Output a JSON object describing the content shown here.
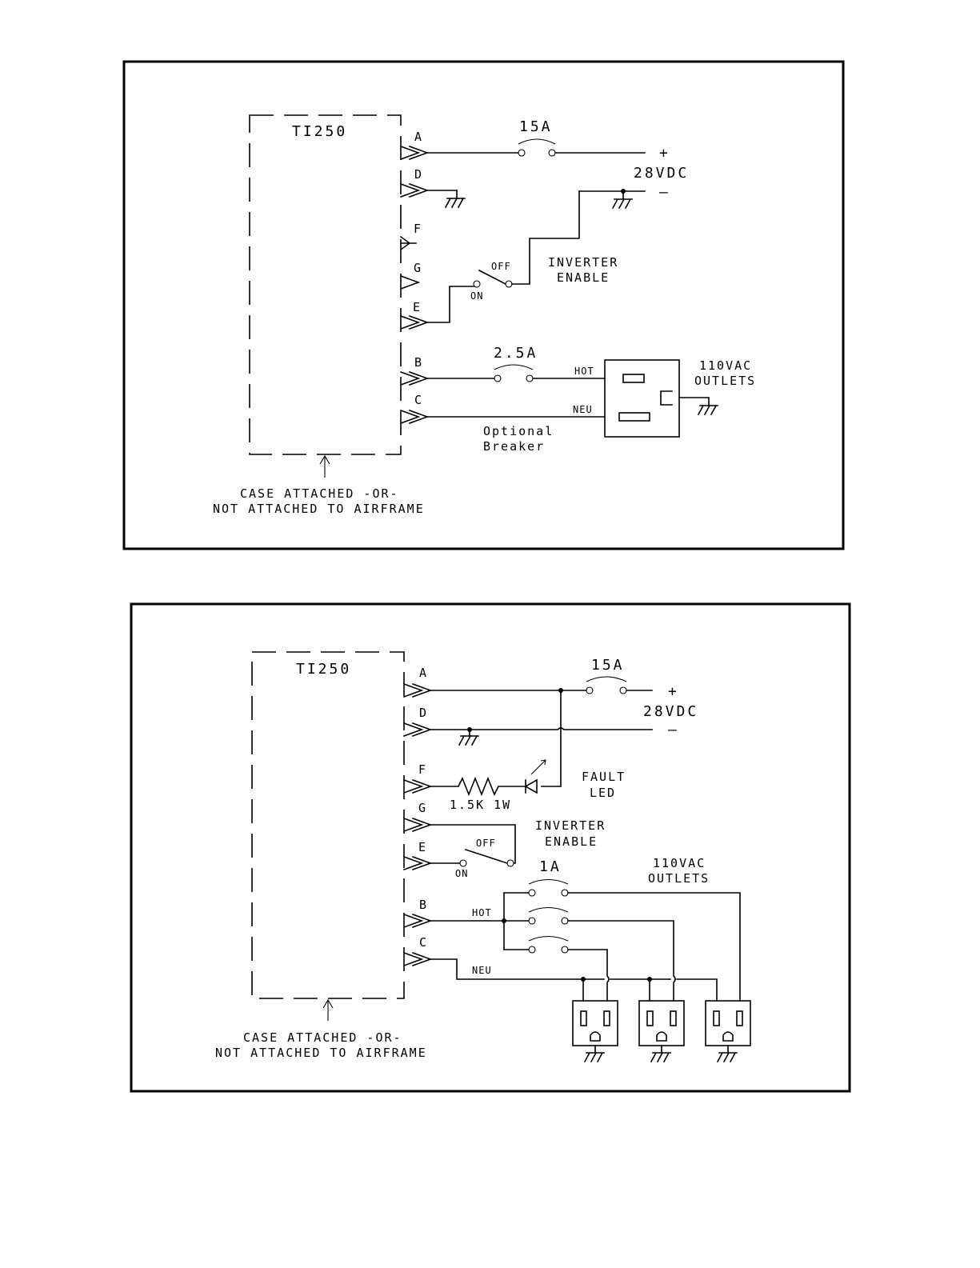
{
  "diagram_top": {
    "unit_label": "TI250",
    "pins": [
      "A",
      "D",
      "F",
      "G",
      "E",
      "B",
      "C"
    ],
    "breaker_main": "15A",
    "supply_plus": "+",
    "supply_label": "28VDC",
    "supply_minus": "–",
    "switch_off": "OFF",
    "switch_on": "ON",
    "inverter_line1": "INVERTER",
    "inverter_line2": "ENABLE",
    "breaker_outlet": "2.5A",
    "hot_label": "HOT",
    "neu_label": "NEU",
    "outlets_line1": "110VAC",
    "outlets_line2": "OUTLETS",
    "optional_line1": "Optional",
    "optional_line2": "Breaker",
    "case_line1": "CASE ATTACHED -OR-",
    "case_line2": "NOT ATTACHED TO AIRFRAME"
  },
  "diagram_bottom": {
    "unit_label": "TI250",
    "pins": [
      "A",
      "D",
      "F",
      "G",
      "E",
      "B",
      "C"
    ],
    "breaker_main": "15A",
    "supply_plus": "+",
    "supply_label": "28VDC",
    "supply_minus": "–",
    "resistor_label": "1.5K 1W",
    "fault_line1": "FAULT",
    "fault_line2": "LED",
    "switch_off": "OFF",
    "switch_on": "ON",
    "inverter_line1": "INVERTER",
    "inverter_line2": "ENABLE",
    "breaker_outlets": "1A",
    "outlets_line1": "110VAC",
    "outlets_line2": "OUTLETS",
    "hot_label": "HOT",
    "neu_label": "NEU",
    "case_line1": "CASE ATTACHED -OR-",
    "case_line2": "NOT ATTACHED TO AIRFRAME"
  }
}
